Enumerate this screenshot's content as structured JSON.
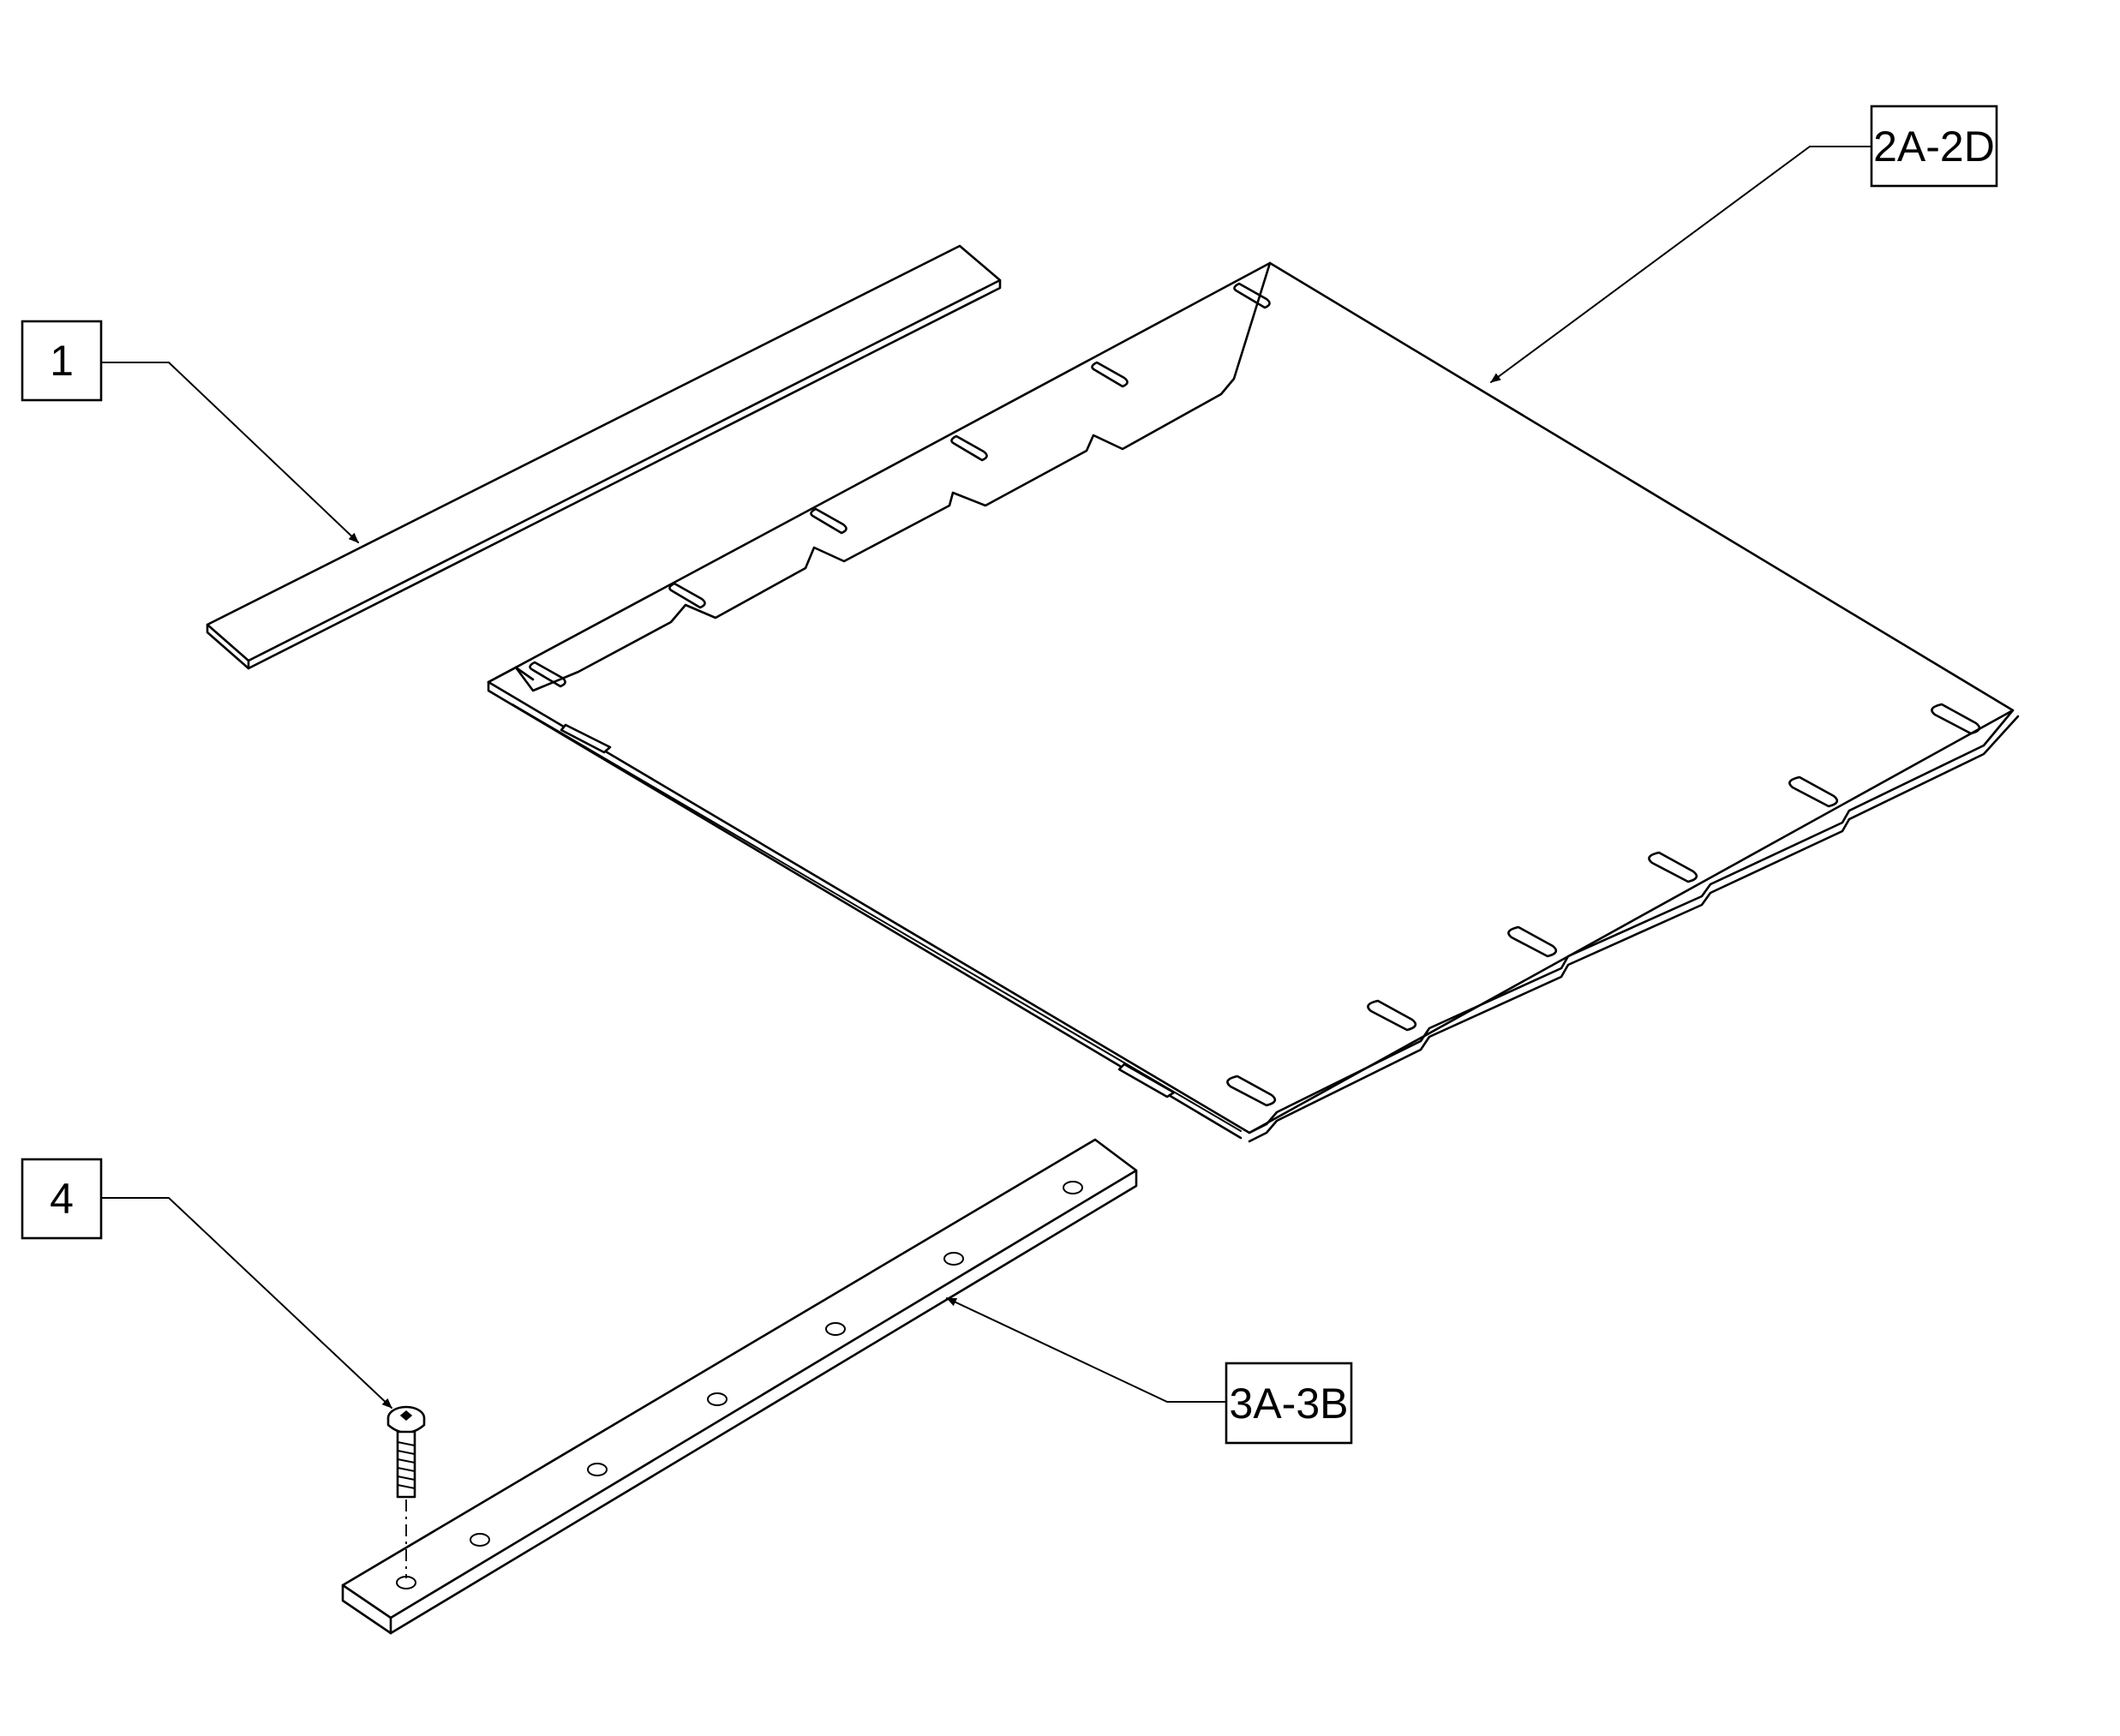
{
  "callouts": [
    {
      "id": "part-1",
      "label": "1"
    },
    {
      "id": "part-2",
      "label": "2A-2D"
    },
    {
      "id": "part-3",
      "label": "3A-3B"
    },
    {
      "id": "part-4",
      "label": "4"
    }
  ],
  "colors": {
    "line": "#000000",
    "background": "#ffffff"
  }
}
